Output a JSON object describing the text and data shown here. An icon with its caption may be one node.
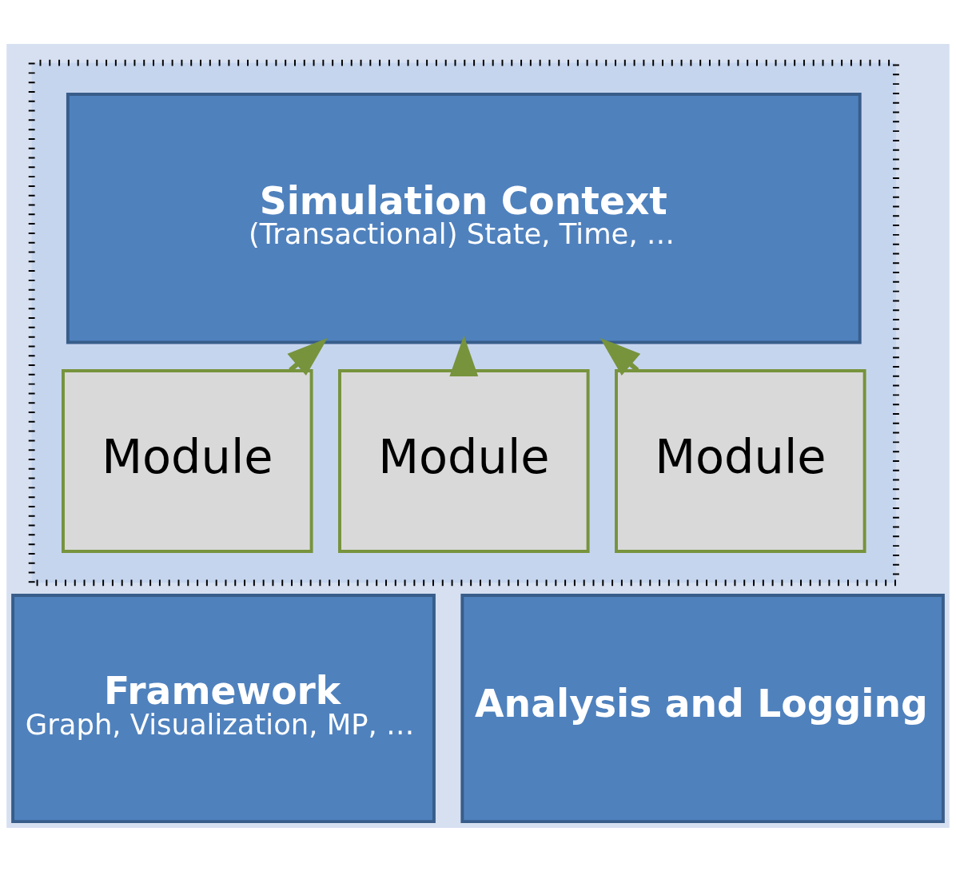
{
  "diagram": {
    "nodes": [
      {
        "text": [],
        "shape": "box"
      },
      {
        "text": [
          "Simulation Context",
          "(Transactional) State, Time, …"
        ],
        "in": 0
      },
      {
        "text": [
          "Module"
        ],
        "in": 0
      },
      {
        "text": [
          "Module"
        ],
        "in": 0
      },
      {
        "text": [
          "Module"
        ],
        "in": 0
      },
      {
        "text": [
          "Framework",
          "Graph, Visualization, MP, …"
        ]
      },
      {
        "text": [
          "Analysis and Logging"
        ]
      }
    ],
    "edges": [
      {
        "from": 2,
        "to": 1,
        "arrow": "to"
      },
      {
        "from": 3,
        "to": 1,
        "arrow": "to"
      },
      {
        "from": 4,
        "to": 1,
        "arrow": "to"
      }
    ]
  }
}
